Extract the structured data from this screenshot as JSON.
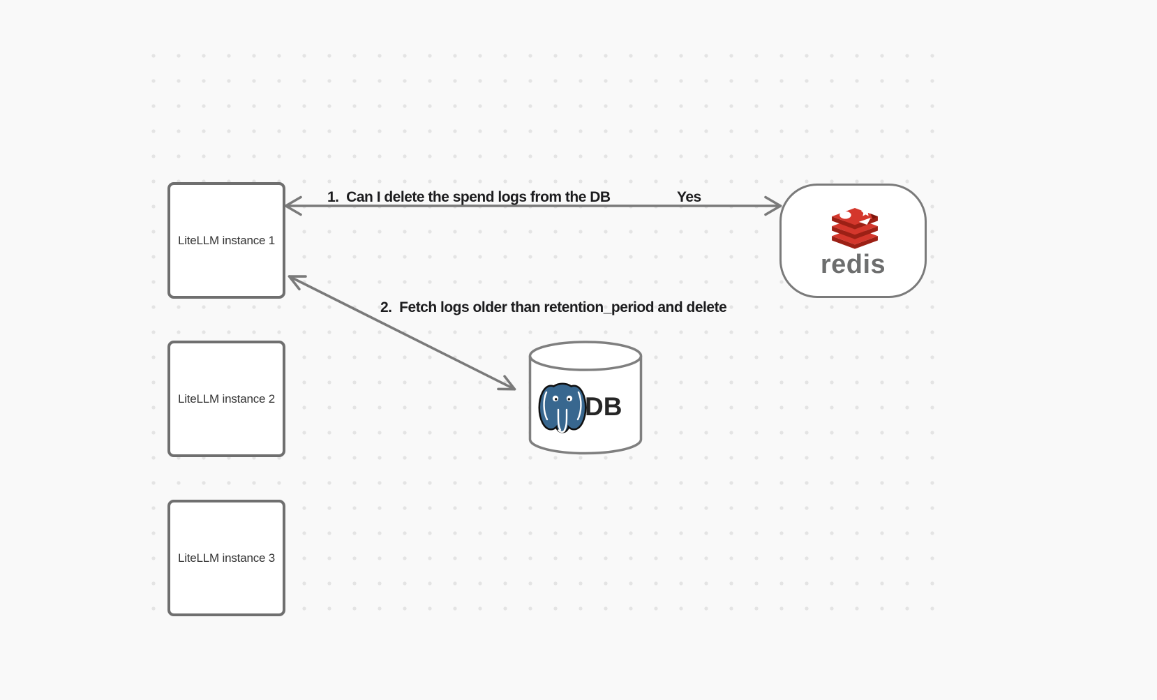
{
  "nodes": {
    "instances": [
      {
        "label": "LiteLLM instance 1"
      },
      {
        "label": "LiteLLM instance 2"
      },
      {
        "label": "LiteLLM instance 3"
      }
    ],
    "redis": {
      "wordmark": "redis"
    },
    "db": {
      "label": "DB"
    }
  },
  "arrows": [
    {
      "label": "1.  Can I delete the spend logs from the DB",
      "response": "Yes",
      "from": "LiteLLM instance 1",
      "to": "redis",
      "heads": "both-ends"
    },
    {
      "label": "2.  Fetch logs older than retention_period and delete",
      "from": "LiteLLM instance 1",
      "to": "DB",
      "heads": "both-ends"
    }
  ],
  "icons": {
    "redis": "redis-logo",
    "db": "postgresql-elephant-icon",
    "db_shape": "database-cylinder"
  },
  "colors": {
    "background": "#f9f9f9",
    "grid_dot": "#e4e4e4",
    "node_border": "#6f6f6f",
    "arrow": "#7a7a7a",
    "label_text": "#1c1c1e",
    "node_text": "#333333",
    "redis_red": "#d4372c",
    "redis_red_dark": "#9c2015",
    "redis_wordmark": "#6d6e6e",
    "postgres_blue": "#38678f",
    "db_text": "#262626"
  }
}
